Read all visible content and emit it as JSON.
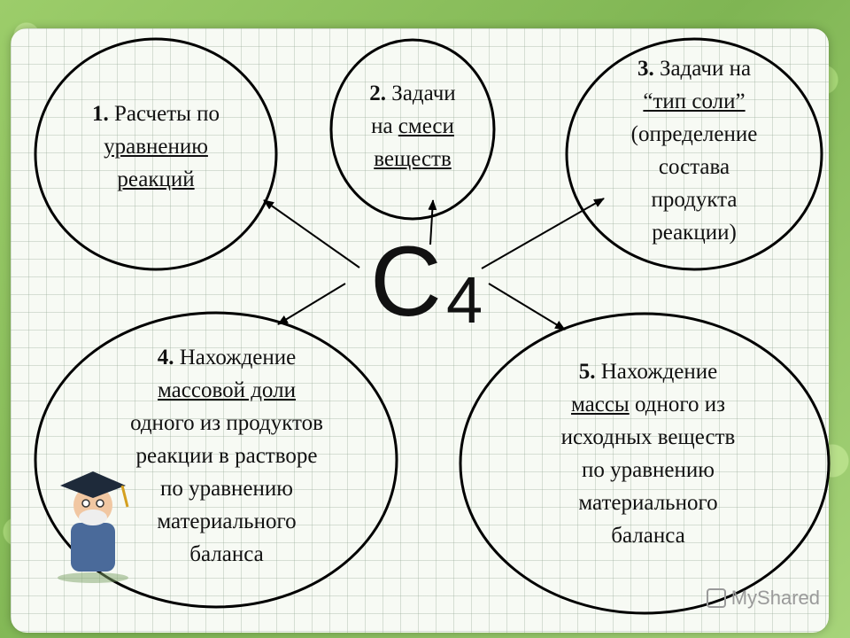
{
  "center": {
    "letter": "C",
    "subscript": "4"
  },
  "nodes": [
    {
      "id": "n1",
      "lines": [
        [
          {
            "t": "1.",
            "b": true
          },
          {
            "t": " Расчеты по"
          }
        ],
        [
          {
            "t": "уравнению",
            "u": true
          }
        ],
        [
          {
            "t": "реакций",
            "u": true
          }
        ]
      ]
    },
    {
      "id": "n2",
      "lines": [
        [
          {
            "t": "2.",
            "b": true
          },
          {
            "t": " Задачи"
          }
        ],
        [
          {
            "t": "на "
          },
          {
            "t": "смеси",
            "u": true
          }
        ],
        [
          {
            "t": "веществ",
            "u": true
          }
        ]
      ]
    },
    {
      "id": "n3",
      "lines": [
        [
          {
            "t": "3.",
            "b": true
          },
          {
            "t": " Задачи на"
          }
        ],
        [
          {
            "t": "“тип соли”",
            "u": true
          }
        ],
        [
          {
            "t": "(определение"
          }
        ],
        [
          {
            "t": "состава"
          }
        ],
        [
          {
            "t": "продукта"
          }
        ],
        [
          {
            "t": "реакции)"
          }
        ]
      ]
    },
    {
      "id": "n4",
      "lines": [
        [
          {
            "t": "4.",
            "b": true
          },
          {
            "t": " Нахождение"
          }
        ],
        [
          {
            "t": "массовой доли",
            "u": true
          }
        ],
        [
          {
            "t": "одного из продуктов"
          }
        ],
        [
          {
            "t": "реакции в растворе"
          }
        ],
        [
          {
            "t": "по уравнению"
          }
        ],
        [
          {
            "t": "материального"
          }
        ],
        [
          {
            "t": "баланса"
          }
        ]
      ]
    },
    {
      "id": "n5",
      "lines": [
        [
          {
            "t": "5.",
            "b": true
          },
          {
            "t": " Нахождение"
          }
        ],
        [
          {
            "t": "массы",
            "u": true
          },
          {
            "t": " одного из"
          }
        ],
        [
          {
            "t": "исходных веществ"
          }
        ],
        [
          {
            "t": "по уравнению"
          }
        ],
        [
          {
            "t": "материального"
          }
        ],
        [
          {
            "t": "баланса"
          }
        ]
      ]
    }
  ],
  "watermark": "MyShared",
  "colors": {
    "stroke": "#000000",
    "paper": "#f7faf4",
    "background": "#8fc263"
  }
}
